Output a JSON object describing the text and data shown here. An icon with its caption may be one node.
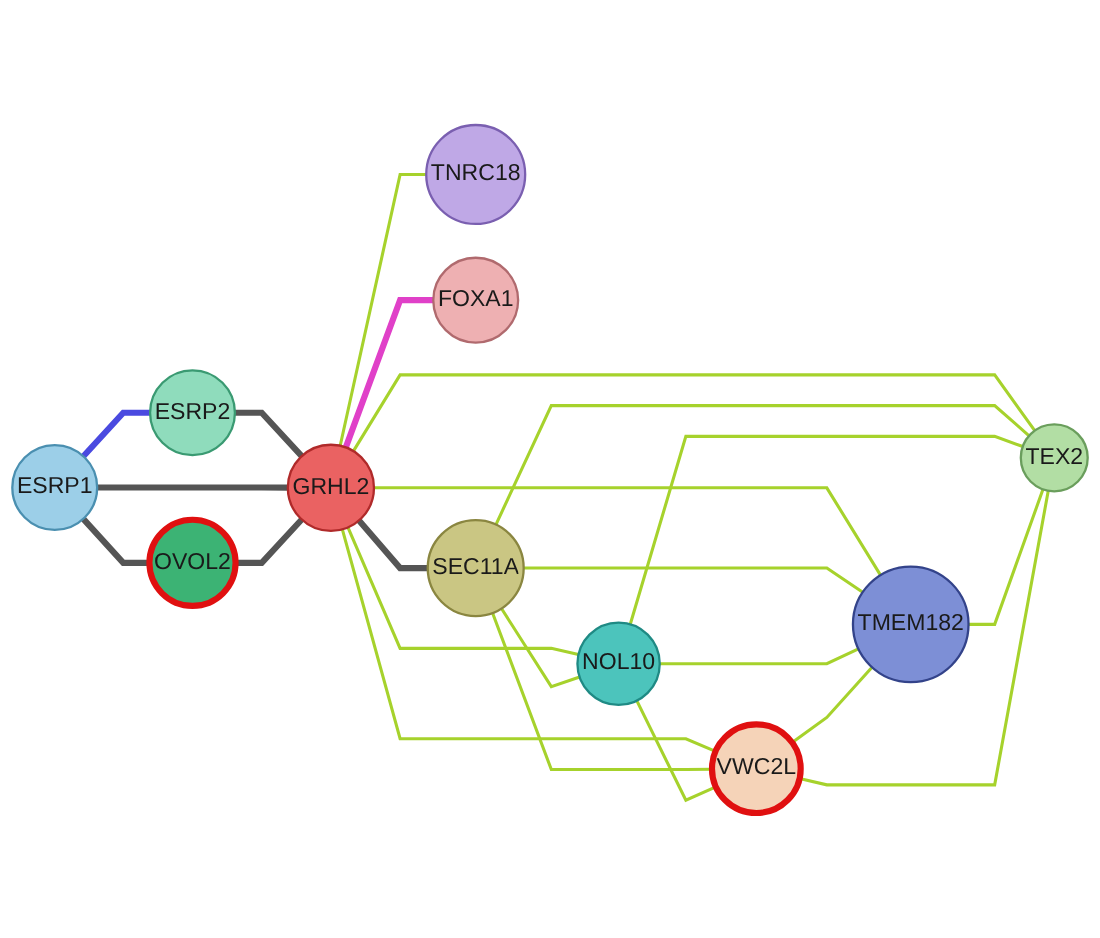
{
  "diagram": {
    "nodes": [
      {
        "text": [
          "ESRP2"
        ]
      },
      {
        "text": [
          "TNRC18"
        ]
      },
      {
        "text": [
          "ESRP1"
        ]
      },
      {
        "text": [
          "OVOL2"
        ]
      },
      {
        "text": [
          "GRHL2"
        ]
      },
      {
        "text": [
          "FOXA1"
        ]
      },
      {
        "text": [
          "SEC11A"
        ]
      },
      {
        "text": [
          "VWC2L"
        ]
      },
      {
        "text": [
          "NOL10"
        ]
      },
      {
        "text": [
          "TMEM182"
        ]
      },
      {
        "text": [
          "TEX2"
        ]
      }
    ],
    "edges": [
      {
        "from": 2,
        "to": 0,
        "arrow": "none",
        "style": "thick",
        "color": "#4a4ae0"
      },
      {
        "from": 0,
        "to": 4,
        "arrow": "none",
        "style": "thick",
        "color": "#555555"
      },
      {
        "from": 2,
        "to": 3,
        "arrow": "none",
        "style": "thick",
        "color": "#555555"
      },
      {
        "from": 2,
        "to": 4,
        "arrow": "none",
        "style": "thick",
        "color": "#555555"
      },
      {
        "from": 3,
        "to": 4,
        "arrow": "none",
        "style": "thick",
        "color": "#555555"
      },
      {
        "from": 4,
        "to": 1,
        "arrow": "none"
      },
      {
        "from": 4,
        "to": 5,
        "arrow": "none",
        "style": "thick",
        "color": "#e040c8"
      },
      {
        "from": 4,
        "to": 6,
        "arrow": "none",
        "style": "thick",
        "color": "#555555"
      },
      {
        "from": 4,
        "to": 7,
        "arrow": "none"
      },
      {
        "from": 4,
        "to": 8,
        "arrow": "none"
      },
      {
        "from": 4,
        "to": 9,
        "arrow": "none"
      },
      {
        "from": 4,
        "to": 10,
        "arrow": "none"
      },
      {
        "from": 6,
        "to": 7,
        "arrow": "none"
      },
      {
        "from": 6,
        "to": 10,
        "arrow": "none"
      },
      {
        "from": 6,
        "to": 9,
        "arrow": "none"
      },
      {
        "from": 6,
        "to": 8,
        "arrow": "none"
      },
      {
        "from": 8,
        "to": 7,
        "arrow": "none"
      },
      {
        "from": 8,
        "to": 9,
        "arrow": "none"
      },
      {
        "from": 8,
        "to": 10,
        "arrow": "none"
      },
      {
        "from": 7,
        "to": 9,
        "arrow": "none"
      },
      {
        "from": 9,
        "to": 10,
        "arrow": "none"
      },
      {
        "from": 7,
        "to": 10,
        "arrow": "none"
      }
    ]
  }
}
